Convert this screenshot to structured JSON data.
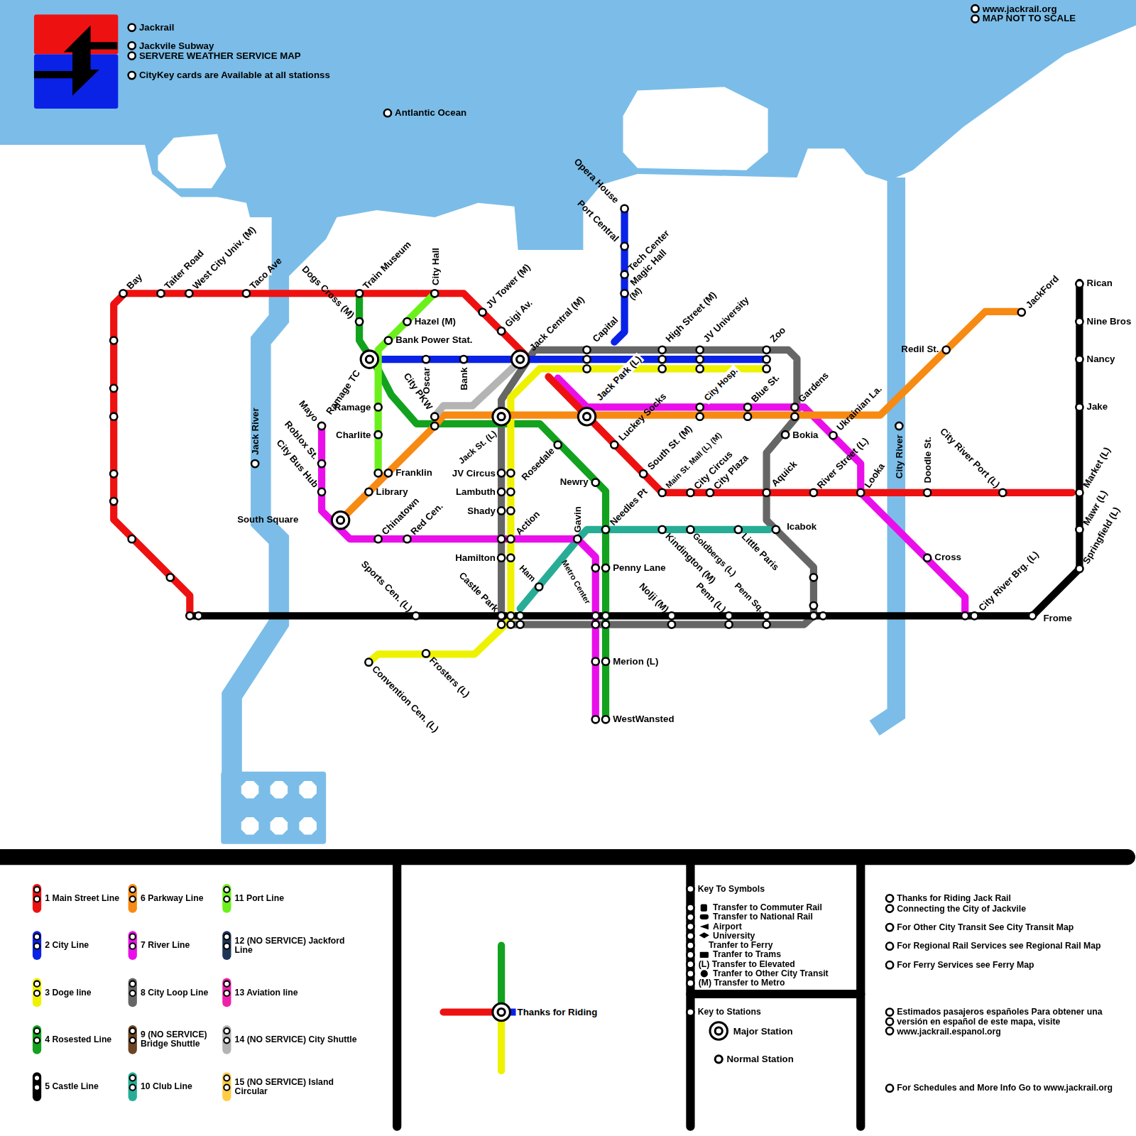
{
  "diagram": {
    "labels": [
      "Jackrail",
      "Jackvile Subway",
      "SERVERE WEATHER SERVICE MAP",
      "CityKey cards are Available at all stationss",
      "Antlantic Ocean",
      "www.jackrail.org",
      "MAP NOT TO SCALE",
      "Bay",
      "Taiter Road",
      "West City Univ. (M)",
      "Taco Ave",
      "Dogs Cross (M)",
      "Train Museum",
      "City Hall",
      "JV Tower (M)",
      "Gigi Av.",
      "Jack Central (M)",
      "Hazel (M)",
      "Bank Power Stat.",
      "Ramage TC",
      "Oscar",
      "Bank",
      "City PKW",
      "Ramage",
      "Charlite",
      "Franklin",
      "Library",
      "Mayo",
      "Roblox St.",
      "City Bus Hub",
      "South Square",
      "Chinatown",
      "Red Cen.",
      "Sports Cen. (L)",
      "Jack St. (L)",
      "JV Circus",
      "Lambuth",
      "Shady",
      "Hamilton",
      "Action",
      "Castle Park",
      "Ham",
      "Metro Center",
      "Rosedale",
      "Newry",
      "Gavin",
      "Needles Pt",
      "Penny Lane",
      "Merion (L)",
      "WestWansted",
      "Convention Cen. (L)",
      "Frosters (L)",
      "Luckey Socks",
      "Jack Park (L)",
      "South St. (M)",
      "Main St. Mall (L) (M)",
      "City Circus",
      "City Plaza",
      "Capital",
      "High Street (M)",
      "JV University",
      "Zoo",
      "City Hosp.",
      "Blue St.",
      "Gardens",
      "Bokia",
      "Aquick",
      "Icabok",
      "Kindington (M)",
      "Goldbergs (L)",
      "Little Paris",
      "Nolji (M)",
      "Penn (L)",
      "Penn Sq.",
      "Ukrainian La.",
      "River Street (L)",
      "Looka",
      "City River",
      "Doodle St.",
      "City River Port (L)",
      "Cross",
      "City River Brg. (L)",
      "Frome",
      "Redil St.",
      "JackFord",
      "Rican",
      "Nine Bros",
      "Nancy",
      "Jake",
      "Market (L)",
      "Mawr (L)",
      "Springfield (L)",
      "Jack River",
      "Opera House",
      "Port Central",
      "Tech Center",
      "Magic Hall",
      "(M)",
      "Key To Symbols",
      "Key to Stations",
      "Thanks for Riding",
      "Thanks for Riding Jack Rail Connecting the City of Jackvile",
      "For Other City Transit See City Transit Map",
      "For Regional Rail Services see Regional Rail Map",
      "For Ferry Services see Ferry Map",
      "Estimados pasajeros españoles Para obtener una versión en español de este mapa, visite www.jackrail.espanol.org",
      "For Schedules and More Info Go to www.jackrail.org"
    ],
    "legend": [
      {
        "text": "1 Main Street Line",
        "color": "#ee1111"
      },
      {
        "text": "2 City Line",
        "color": "#0a22e6"
      },
      {
        "text": "3 Doge line",
        "color": "#eef200"
      },
      {
        "text": "4 Rosested Line",
        "color": "#12a21e"
      },
      {
        "text": "5 Castle Line",
        "color": "#000000"
      },
      {
        "text": "6 Parkway Line",
        "color": "#f78a12"
      },
      {
        "text": "7 River Line",
        "color": "#ea0fea"
      },
      {
        "text": "8 City Loop Line",
        "color": "#666666"
      },
      {
        "text": "9 (NO SERVICE) Bridge Shuttle",
        "color": "#6b4424"
      },
      {
        "text": "10 Club Line",
        "color": "#27ad96"
      },
      {
        "text": "11 Port Line",
        "color": "#6cf01c"
      },
      {
        "text": "12 (NO SERVICE) Jackford Line",
        "color": "#1f3557"
      },
      {
        "text": "13 Aviation line",
        "color": "#ee22aa"
      },
      {
        "text": "14 (NO SERVICE) City Shuttle",
        "color": "#b4b4b4"
      },
      {
        "text": "15 (NO SERVICE) Island Circular",
        "color": "#ffcc44"
      },
      {
        "text": "Transfer to Commuter Rail"
      },
      {
        "text": "Transfer to National Rail"
      },
      {
        "text": "Airport"
      },
      {
        "text": "University"
      },
      {
        "text": "Tranfer to Ferry"
      },
      {
        "text": "Tranfer to Trams"
      },
      {
        "text": "(L) Transfer to Elevated"
      },
      {
        "text": "Tranfer to Other City Transit"
      },
      {
        "text": "(M) Transfer to Metro"
      },
      {
        "text": "Major Station"
      },
      {
        "text": "Normal Station"
      }
    ]
  }
}
